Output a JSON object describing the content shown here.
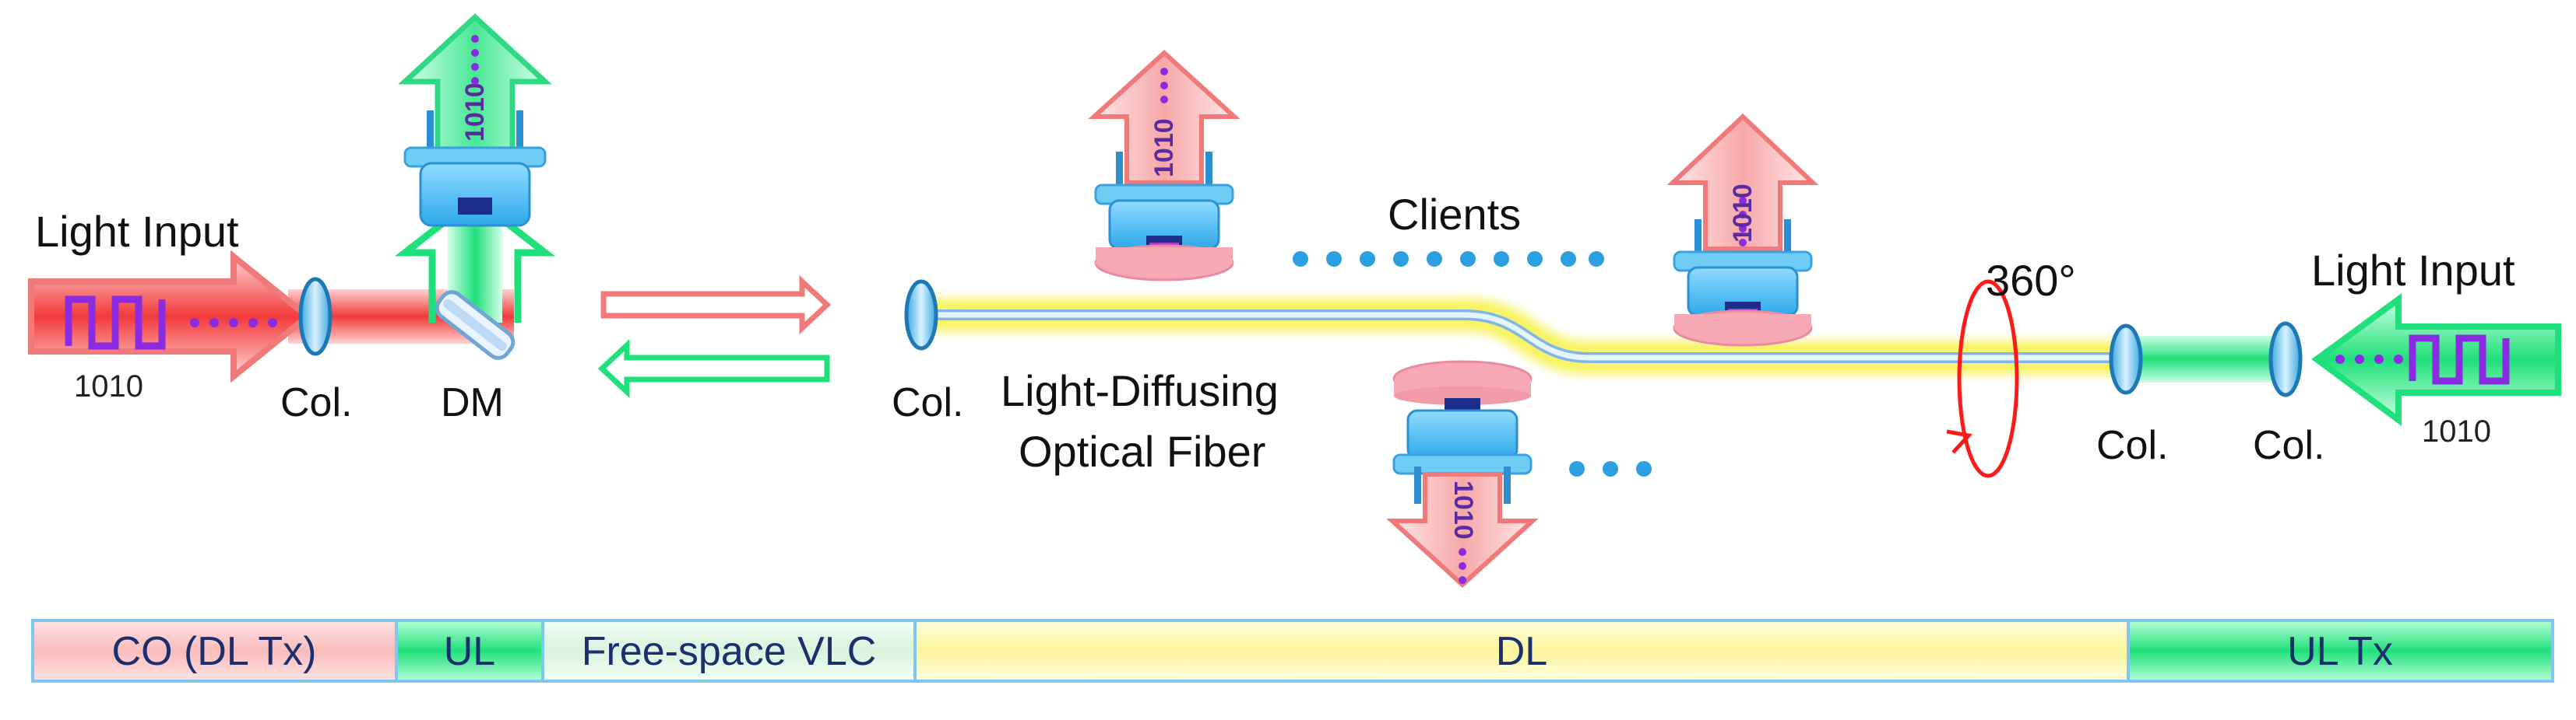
{
  "labels": {
    "light_input_left": "Light Input",
    "light_input_right": "Light Input",
    "bits_left": "1010",
    "bits_right": "1010",
    "bits_vertical": "1010",
    "col": "Col.",
    "dm": "DM",
    "clients": "Clients",
    "fiber_line1": "Light-Diffusing",
    "fiber_line2": "Optical Fiber",
    "rotation": "360°"
  },
  "segments": [
    {
      "label": "CO (DL Tx)",
      "color": "#f9c4c4"
    },
    {
      "label": "UL",
      "color": "#2fe08a"
    },
    {
      "label": "Free-space VLC",
      "color": "#e6f6ea"
    },
    {
      "label": "DL",
      "color": "#fbf7a8"
    },
    {
      "label": "UL Tx",
      "color": "#2fe08a"
    }
  ],
  "colors": {
    "downlink_red": "#f03b3b",
    "downlink_pink": "#f7a8a8",
    "uplink_green": "#1fe07a",
    "fiber_yellow": "#f7f35a",
    "fiber_core": "#cfe6ff",
    "lens_blue": "#7fd0f5",
    "detector_blue": "#35b4f0",
    "signal_purple": "#8a2be2",
    "rotation_red": "#ff1a1a"
  }
}
